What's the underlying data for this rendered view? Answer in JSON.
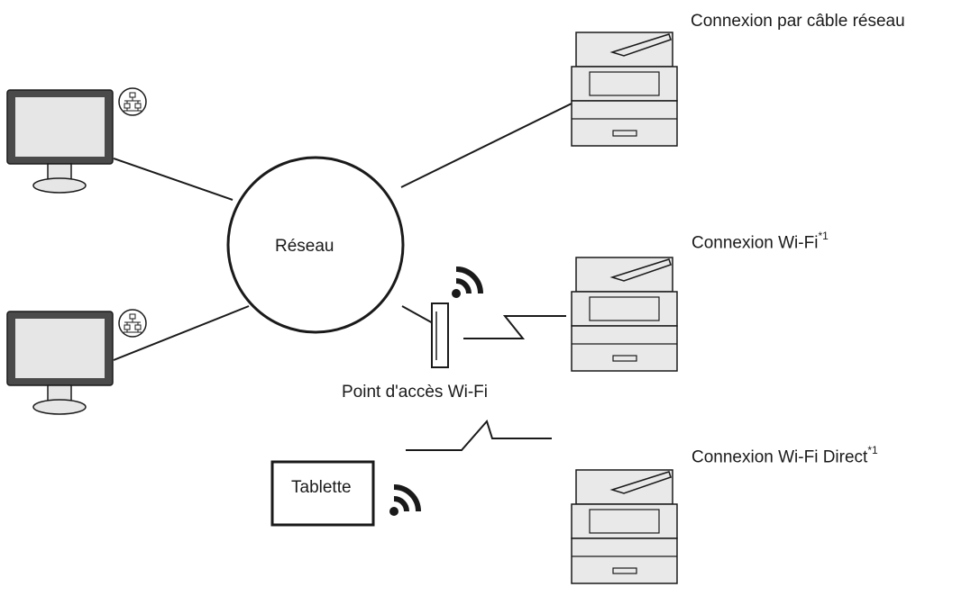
{
  "network": {
    "label": "Réseau"
  },
  "connections": {
    "wired": {
      "label": "Connexion par câble réseau",
      "sup": ""
    },
    "wifi": {
      "label": "Connexion Wi-Fi",
      "sup": "*1"
    },
    "wifi_direct": {
      "label": "Connexion Wi-Fi Direct",
      "sup": "*1"
    }
  },
  "access_point": {
    "label": "Point d'accès Wi-Fi"
  },
  "tablet": {
    "label": "Tablette"
  },
  "icons": [
    "computer-icon",
    "network-badge-icon",
    "printer-icon",
    "wifi-signal-icon",
    "access-point-icon",
    "tablet-icon"
  ],
  "colors": {
    "stroke": "#1a1a1a",
    "screen": "#e6e6e6",
    "bezel": "#4a4a4a",
    "printer": "#e9e9e9"
  }
}
